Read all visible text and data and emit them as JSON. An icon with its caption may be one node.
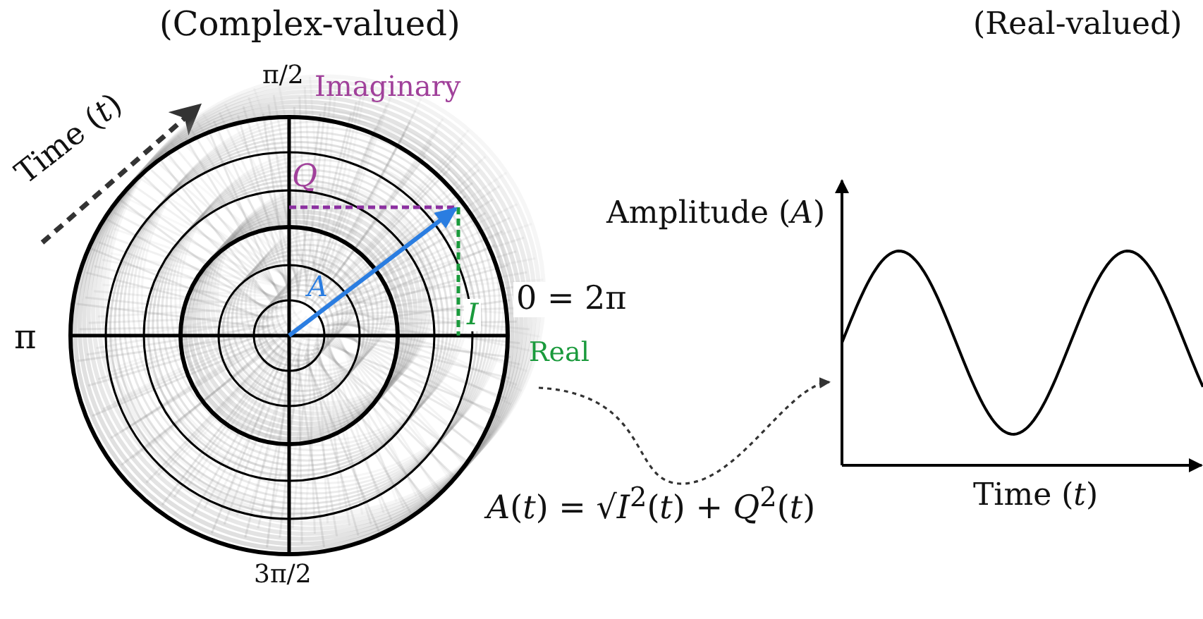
{
  "diagram": {
    "nodes": [
      {
        "text": [],
        "shape": "picture",
        "beside": [
          "Time (*t*)"
        ]
      },
      {
        "text": [],
        "shape": "picture",
        "beside": [
          "Amplitude (*A*)",
          "Time (*t*)"
        ]
      }
    ],
    "edges": [
      {
        "from": 0,
        "to": 1,
        "arrow": "to",
        "style": "dashed"
      }
    ],
    "labels": [
      "(Complex-valued)",
      "π/2",
      "Imaginary",
      "*Q*",
      "*A*",
      "*I*",
      "0 = 2π",
      "Real",
      "π",
      "3π/2",
      "(Real-valued)",
      "*A*(*t*) = √*I*$^{2}$(*t*) + *Q*$^{2}$(*t*)"
    ]
  }
}
